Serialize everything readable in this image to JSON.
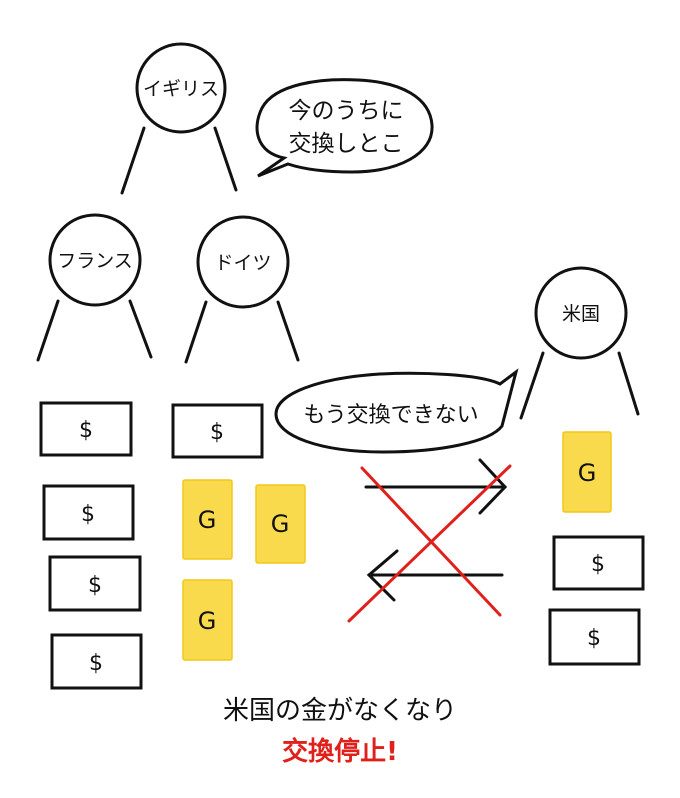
{
  "countries": {
    "britain": "イギリス",
    "france": "フランス",
    "germany": "ドイツ",
    "usa": "米国"
  },
  "speech": {
    "britain_line1": "今のうちに",
    "britain_line2": "交換しとこ",
    "usa": "もう交換できない"
  },
  "symbols": {
    "dollar": "$",
    "gold": "G"
  },
  "caption": {
    "line1": "米国の金がなくなり",
    "line2": "交換停止!"
  },
  "colors": {
    "gold": "#f9d63a",
    "cross": "#e0201b",
    "emphasis": "#e0201b"
  }
}
